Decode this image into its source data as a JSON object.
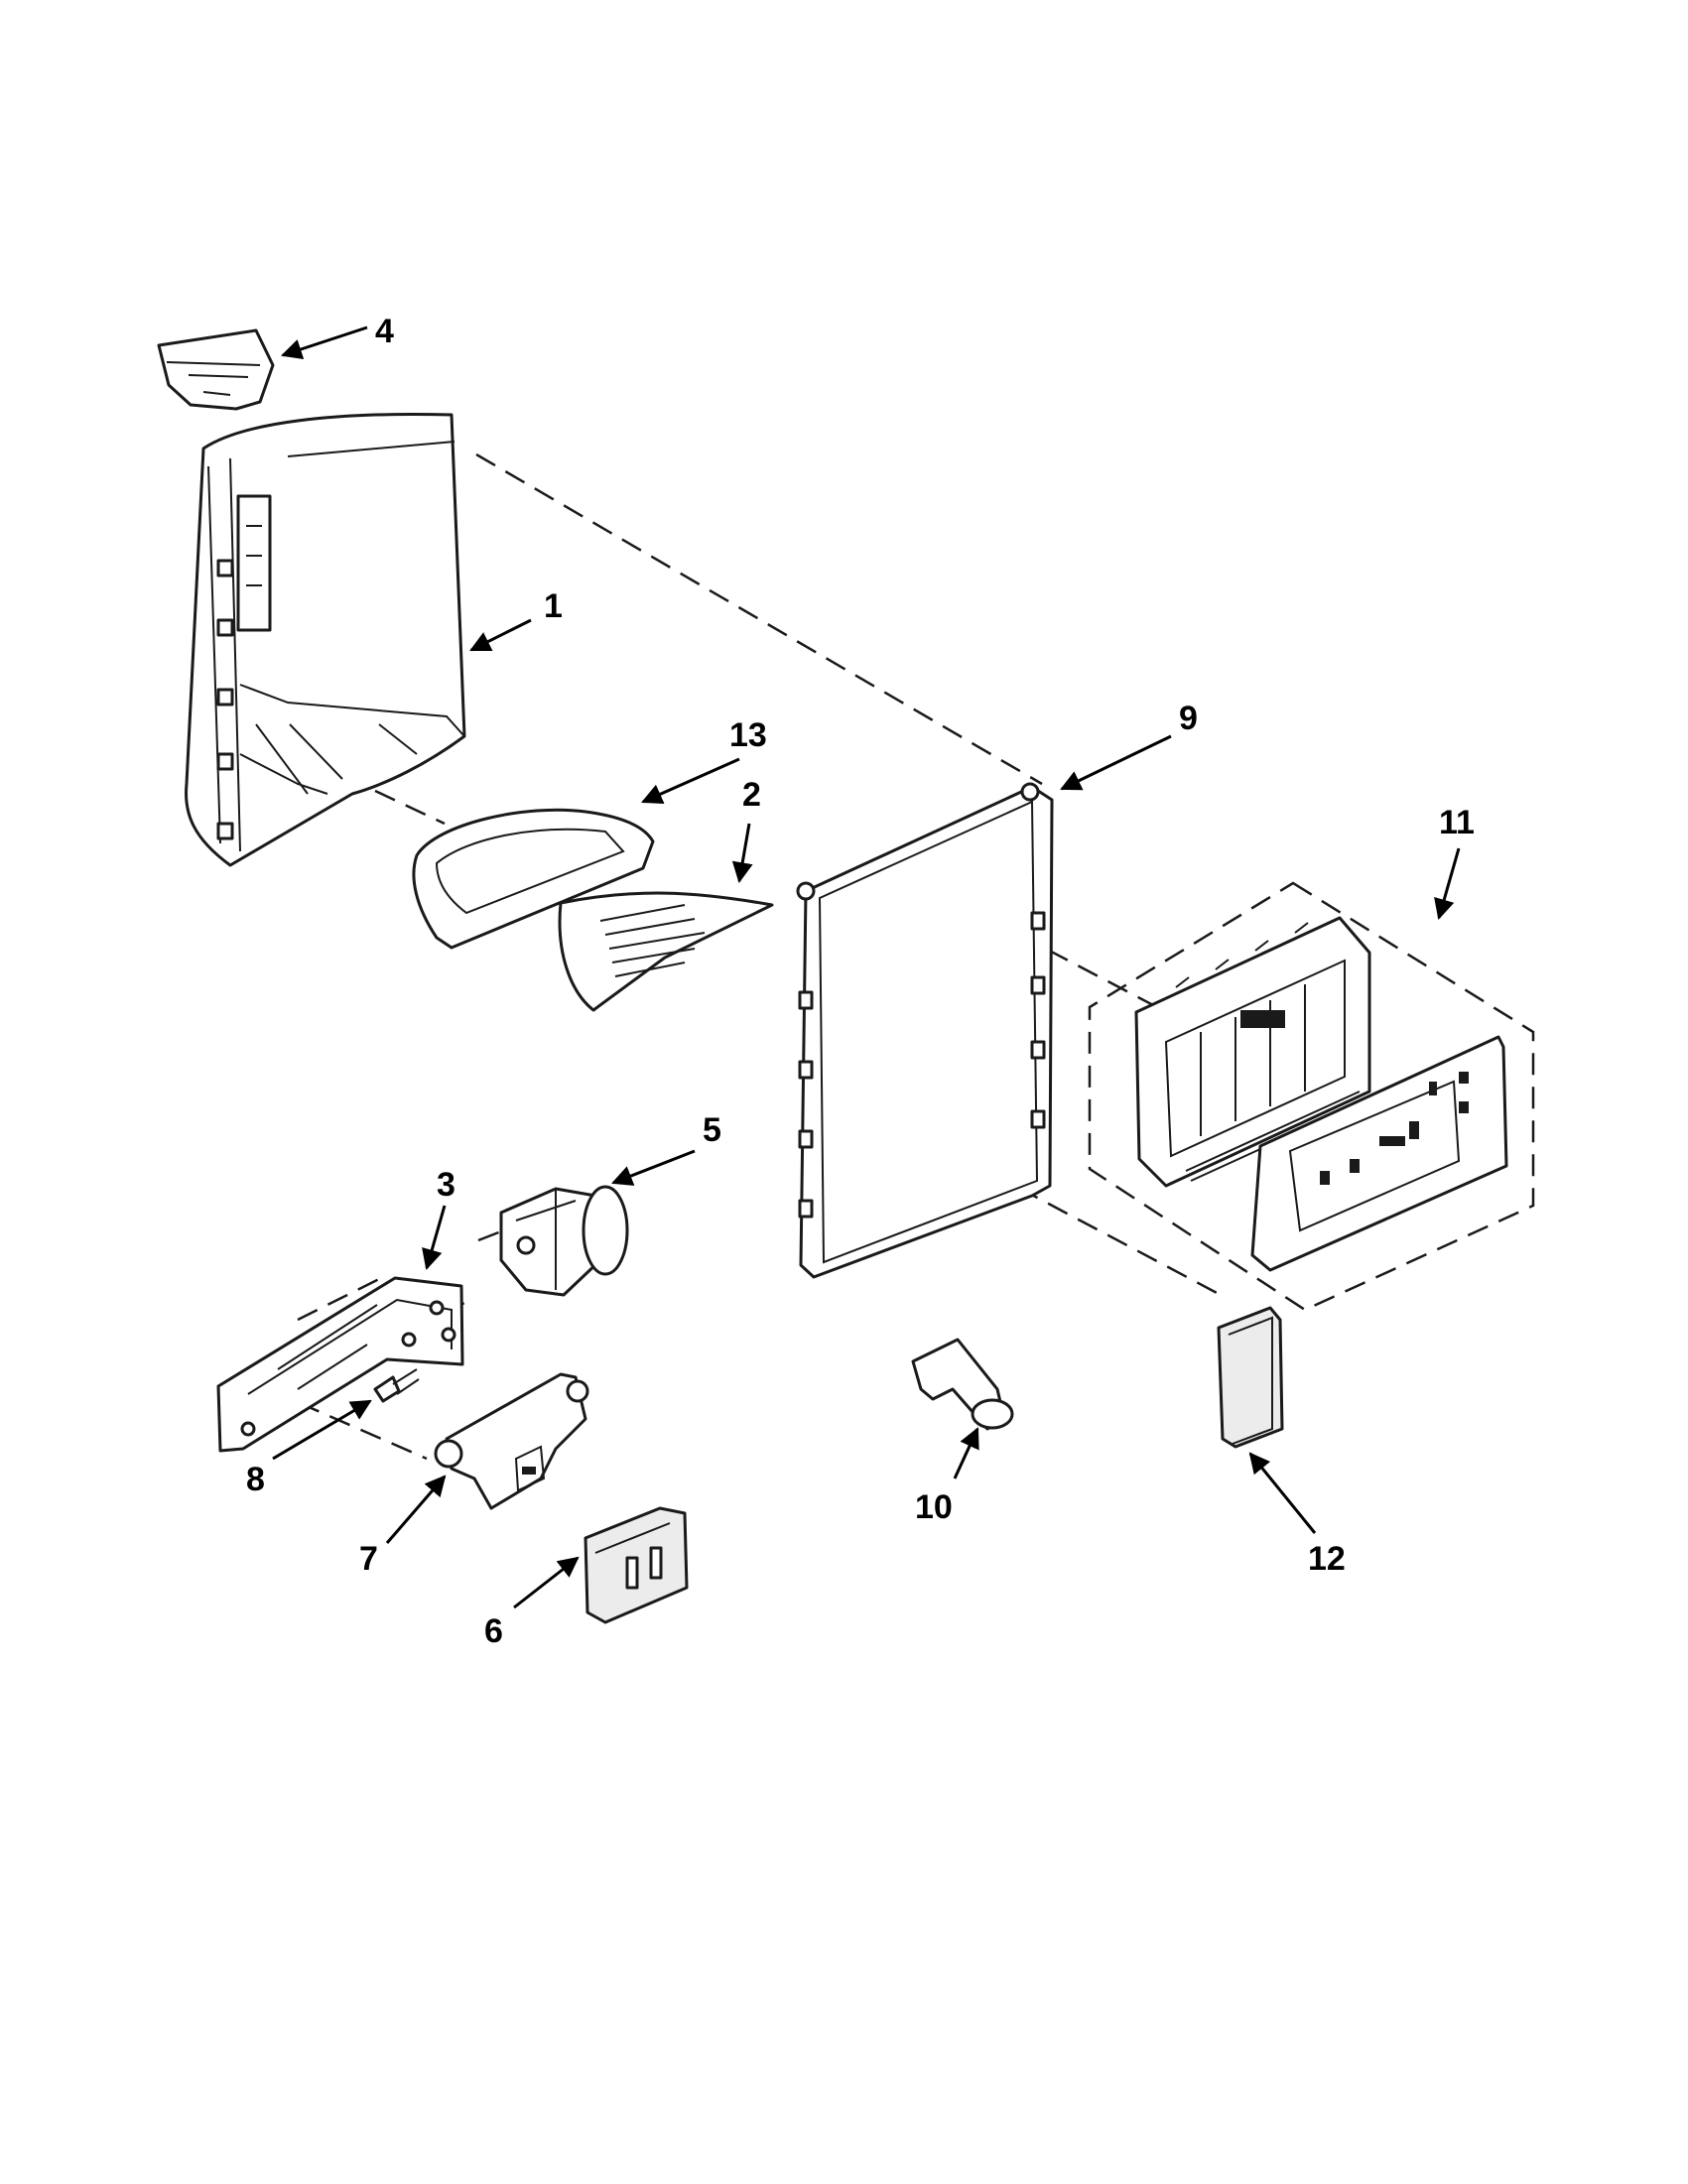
{
  "callouts": [
    {
      "id": "1",
      "text": "1"
    },
    {
      "id": "2",
      "text": "2"
    },
    {
      "id": "3",
      "text": "3"
    },
    {
      "id": "4",
      "text": "4"
    },
    {
      "id": "5",
      "text": "5"
    },
    {
      "id": "6",
      "text": "6"
    },
    {
      "id": "7",
      "text": "7"
    },
    {
      "id": "8",
      "text": "8"
    },
    {
      "id": "9",
      "text": "9"
    },
    {
      "id": "10",
      "text": "10"
    },
    {
      "id": "11",
      "text": "11"
    },
    {
      "id": "12",
      "text": "12"
    },
    {
      "id": "13",
      "text": "13"
    }
  ],
  "colors": {
    "line": "#1a1a1a",
    "background": "#ffffff"
  }
}
